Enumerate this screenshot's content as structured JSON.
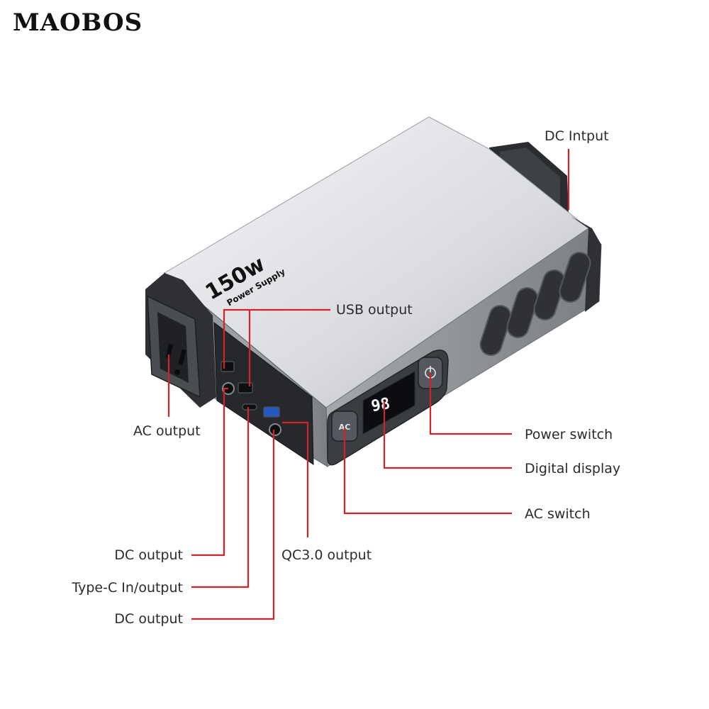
{
  "brand": "MAOBOS",
  "product": {
    "wattage": "150w",
    "subtitle": "Power Supply",
    "display_value": "98",
    "ac_button": "AC"
  },
  "labels": {
    "dc_input": "DC Intput",
    "usb_output": "USB output",
    "ac_output": "AC output",
    "power_switch": "Power switch",
    "digital_display": "Digital display",
    "ac_switch": "AC switch",
    "dc_output_1": "DC output",
    "qc30_output": "QC3.0 output",
    "type_c": "Type-C In/output",
    "dc_output_2": "DC output"
  },
  "colors": {
    "leader": "#d2232a",
    "body": "#c9cbcf",
    "endcap": "#2e3034",
    "display_text": "#ffffff"
  }
}
